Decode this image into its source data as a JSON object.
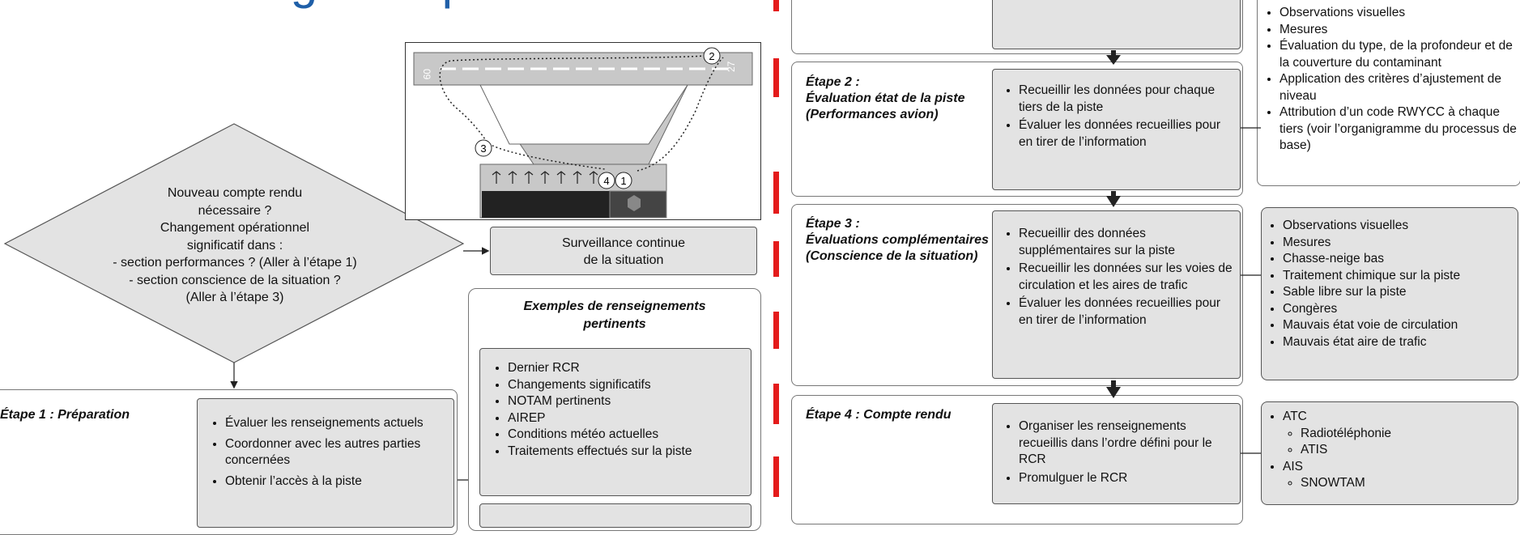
{
  "title": "Processus générique",
  "diamond": {
    "lines": [
      "Nouveau compte rendu",
      "nécessaire ?",
      "Changement opérationnel",
      "significatif dans :",
      "- section performances ? (Aller à l’étape 1)",
      "- section conscience de la situation ?",
      "(Aller à l’étape 3)"
    ]
  },
  "surveillance": [
    "Surveillance continue",
    "de la situation"
  ],
  "examples": {
    "title": [
      "Exemples de renseignements",
      "pertinents"
    ],
    "items": [
      "Dernier RCR",
      "Changements significatifs",
      "NOTAM pertinents",
      "AIREP",
      "Conditions météo actuelles",
      "Traitements effectués sur la piste"
    ]
  },
  "step1": {
    "label": "Étape 1 : Préparation",
    "items": [
      "Évaluer les renseignements actuels",
      "Coordonner avec les autres parties concernées",
      "Obtenir l’accès à la piste"
    ]
  },
  "runway": {
    "markers": [
      "1",
      "2",
      "3",
      "4"
    ],
    "threshold_left": "09",
    "threshold_right": "27"
  },
  "step2": {
    "label": [
      "Étape 2 :",
      "Évaluation état de la piste",
      "(Performances avion)"
    ],
    "items": [
      "Recueillir les données pour chaque tiers de la piste",
      "Évaluer les données recueillies pour en tirer de l’information"
    ]
  },
  "step2_details": [
    "Observations visuelles",
    "Mesures",
    "Évaluation du type, de la profondeur et de la couverture du contaminant",
    "Application des critères d’ajustement de niveau",
    "Attribution d’un code RWYCC à chaque tiers (voir l’organigramme du processus de base)"
  ],
  "step3": {
    "label": [
      "Étape 3 :",
      "Évaluations complémentaires",
      "(Conscience de la situation)"
    ],
    "items": [
      "Recueillir des données supplémentaires sur la piste",
      "Recueillir les données sur les voies de circulation et les aires de trafic",
      "Évaluer les données recueillies pour en tirer de l’information"
    ]
  },
  "step3_details": [
    "Observations visuelles",
    "Mesures",
    "Chasse-neige bas",
    "Traitement chimique sur la piste",
    "Sable libre sur la piste",
    "Congères",
    "Mauvais état voie de circulation",
    "Mauvais état aire de trafic"
  ],
  "step4": {
    "label": "Étape 4 : Compte rendu",
    "items": [
      "Organiser les renseignements recueillis dans l’ordre défini pour le RCR",
      "Promulguer le RCR"
    ]
  },
  "step4_details": {
    "atc": "ATC",
    "atc_sub": [
      "Radiotéléphonie",
      "ATIS"
    ],
    "ais": "AIS",
    "ais_sub": [
      "SNOWTAM"
    ]
  },
  "colors": {
    "title": "#1f5fa8",
    "divider": "#e41b1b",
    "box_fill": "#e3e3e3"
  }
}
